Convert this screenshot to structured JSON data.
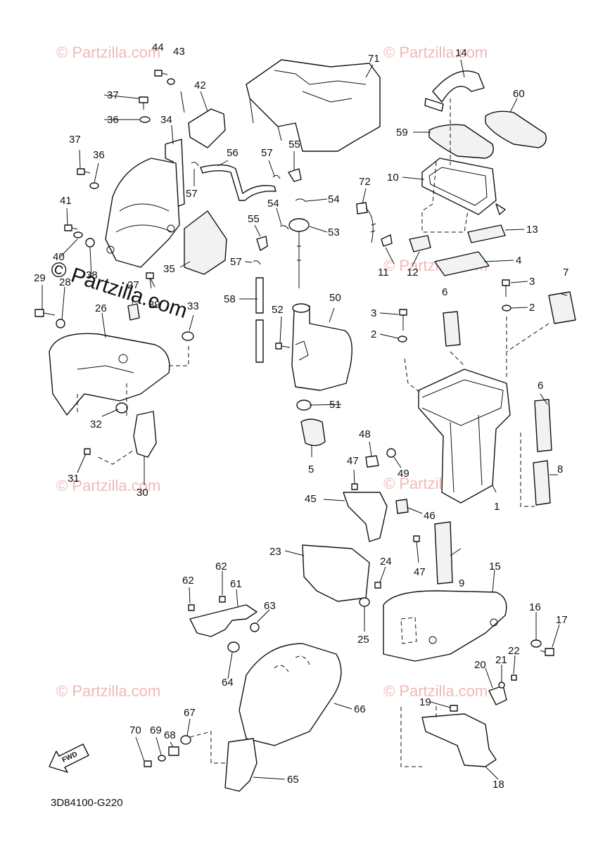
{
  "diagram_code": "3D84100-G220",
  "fwd_label": "FWD",
  "watermark": "© Partzilla.com",
  "callouts": {
    "c1": "1",
    "c2a": "2",
    "c2b": "2",
    "c3a": "3",
    "c3b": "3",
    "c4": "4",
    "c5": "5",
    "c6a": "6",
    "c6b": "6",
    "c7": "7",
    "c8": "8",
    "c9": "9",
    "c10": "10",
    "c11": "11",
    "c12": "12",
    "c13": "13",
    "c14": "14",
    "c15": "15",
    "c16": "16",
    "c17": "17",
    "c18": "18",
    "c19": "19",
    "c20": "20",
    "c21": "21",
    "c22": "22",
    "c23": "23",
    "c24": "24",
    "c25": "25",
    "c26": "26",
    "c27": "27",
    "c28": "28",
    "c29": "29",
    "c30": "30",
    "c31": "31",
    "c32": "32",
    "c33": "33",
    "c34": "34",
    "c35": "35",
    "c36a": "36",
    "c36b": "36",
    "c37a": "37",
    "c37b": "37",
    "c38": "38",
    "c39": "39",
    "c40": "40",
    "c41": "41",
    "c42": "42",
    "c43": "43",
    "c44": "44",
    "c45": "45",
    "c46": "46",
    "c47a": "47",
    "c47b": "47",
    "c48": "48",
    "c49": "49",
    "c50": "50",
    "c51": "51",
    "c52": "52",
    "c53": "53",
    "c54a": "54",
    "c54b": "54",
    "c55a": "55",
    "c55b": "55",
    "c56": "56",
    "c57a": "57",
    "c57b": "57",
    "c57c": "57",
    "c58": "58",
    "c59": "59",
    "c60": "60",
    "c61": "61",
    "c62a": "62",
    "c62b": "62",
    "c63": "63",
    "c64": "64",
    "c65": "65",
    "c66": "66",
    "c67": "67",
    "c68": "68",
    "c69": "69",
    "c70": "70",
    "c71": "71",
    "c72": "72"
  }
}
